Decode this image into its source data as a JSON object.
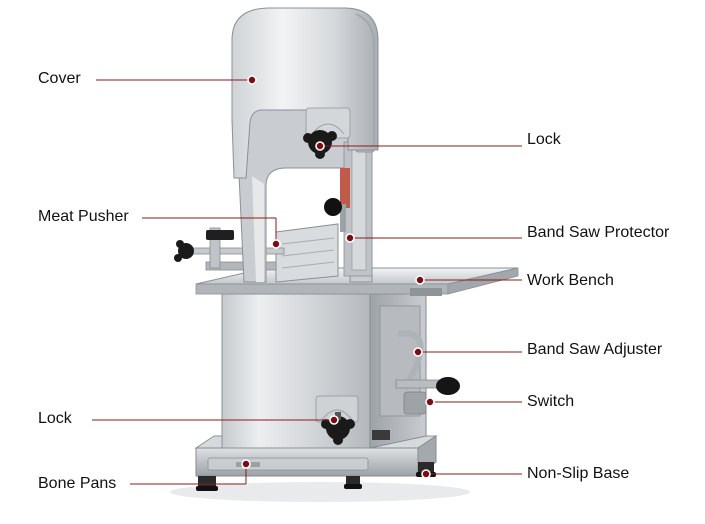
{
  "diagram": {
    "labels": {
      "cover": "Cover",
      "meat_pusher": "Meat Pusher",
      "lock_left": "Lock",
      "bone_pans": "Bone Pans",
      "lock_right": "Lock",
      "band_saw_protector": "Band Saw Protector",
      "work_bench": "Work Bench",
      "band_saw_adjuster": "Band Saw Adjuster",
      "switch": "Switch",
      "non_slip_base": "Non-Slip Base"
    },
    "colors": {
      "leader_line": "#8b1a1a",
      "marker": "#7a0c12",
      "text": "#111111",
      "steel_light": "#e4e6e8",
      "steel_mid": "#b9bdc1",
      "steel_dark": "#7d8287",
      "knob": "#1a1a1a"
    }
  }
}
